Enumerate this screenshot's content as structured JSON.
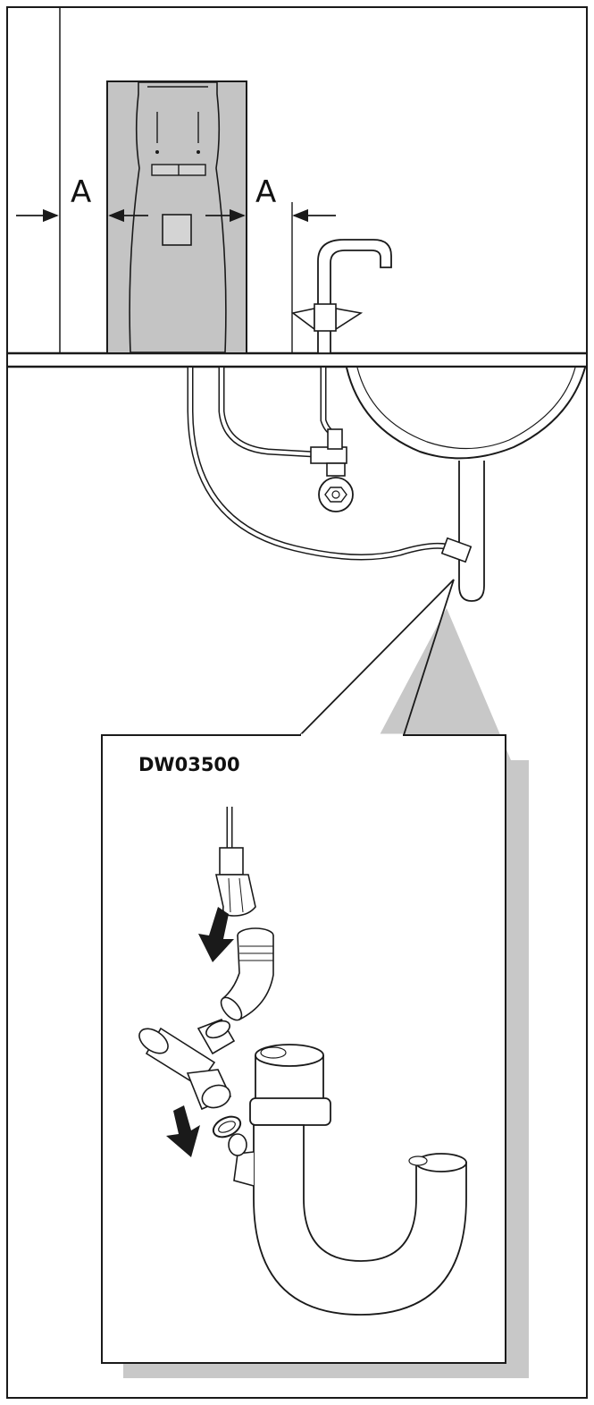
{
  "labels": {
    "clearance_left": "A",
    "clearance_right": "A",
    "part_code": "DW03500"
  },
  "colors": {
    "line": "#1a1a1a",
    "unit_fill": "#c4c4c4",
    "shadow": "#c8c8c8",
    "background": "#ffffff"
  },
  "icons": {
    "arrow": "arrow-icon",
    "push_arrow": "down-arrow-icon"
  }
}
